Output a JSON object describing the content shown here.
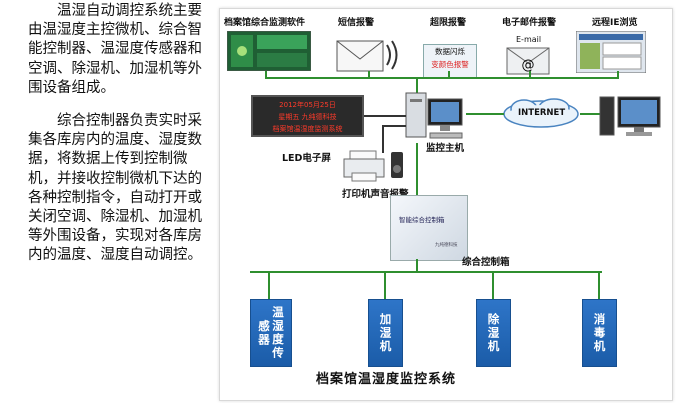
{
  "intro": {
    "p1": "温湿自动调控系统主要由温湿度主控微机、综合智能控制器、温湿度传感器和空调、除湿机、加湿机等外围设备组成。",
    "p2": "综合控制器负责实时采集各库房内的温度、湿度数据，将数据上传到控制微机，并接收控制微机下达的各种控制指令，自动打开或关闭空调、除湿机、加湿机等外围设备，实现对各库房内的温度、湿度自动调控。"
  },
  "diagram": {
    "top_labels": {
      "software": "档案馆综合监测软件",
      "sms": "短信报警",
      "over_limit": "超限报警",
      "email": "电子邮件报警",
      "remote_ie": "远程IE浏览"
    },
    "alarm_box": {
      "line1": "数据闪烁",
      "line2": "变颜色报警"
    },
    "email_text": "E-mail",
    "internet": "INTERNET",
    "led": {
      "line1": "2012年05月25日",
      "line2": "星期五 九纯德科技",
      "line3": "档案馆温湿度监测系统"
    },
    "led_label": "LED电子屏",
    "host_label": "监控主机",
    "printer_label": "打印机声音报警",
    "cabinet": {
      "text": "智能综合控制箱",
      "maker": "九纯德科技"
    },
    "cabinet_label": "综合控制箱",
    "devices": [
      "温湿度传感器",
      "加湿机",
      "除湿机",
      "消毒机"
    ],
    "title": "档案馆温湿度监控系统"
  },
  "colors": {
    "bus_line": "#2f8f2f",
    "device_fill": "#1b5ca8",
    "led_text": "#ff3b2a"
  }
}
